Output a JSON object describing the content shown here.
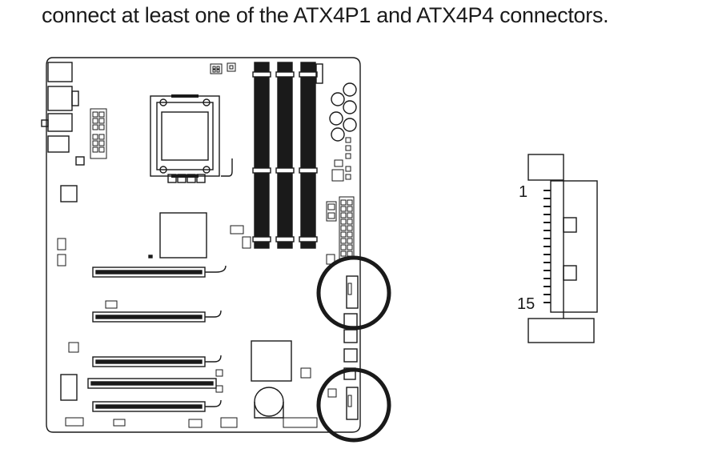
{
  "caption": "connect at least one of the ATX4P1 and ATX4P4 connectors.",
  "connector": {
    "pin_first_label": "1",
    "pin_last_label": "15"
  }
}
